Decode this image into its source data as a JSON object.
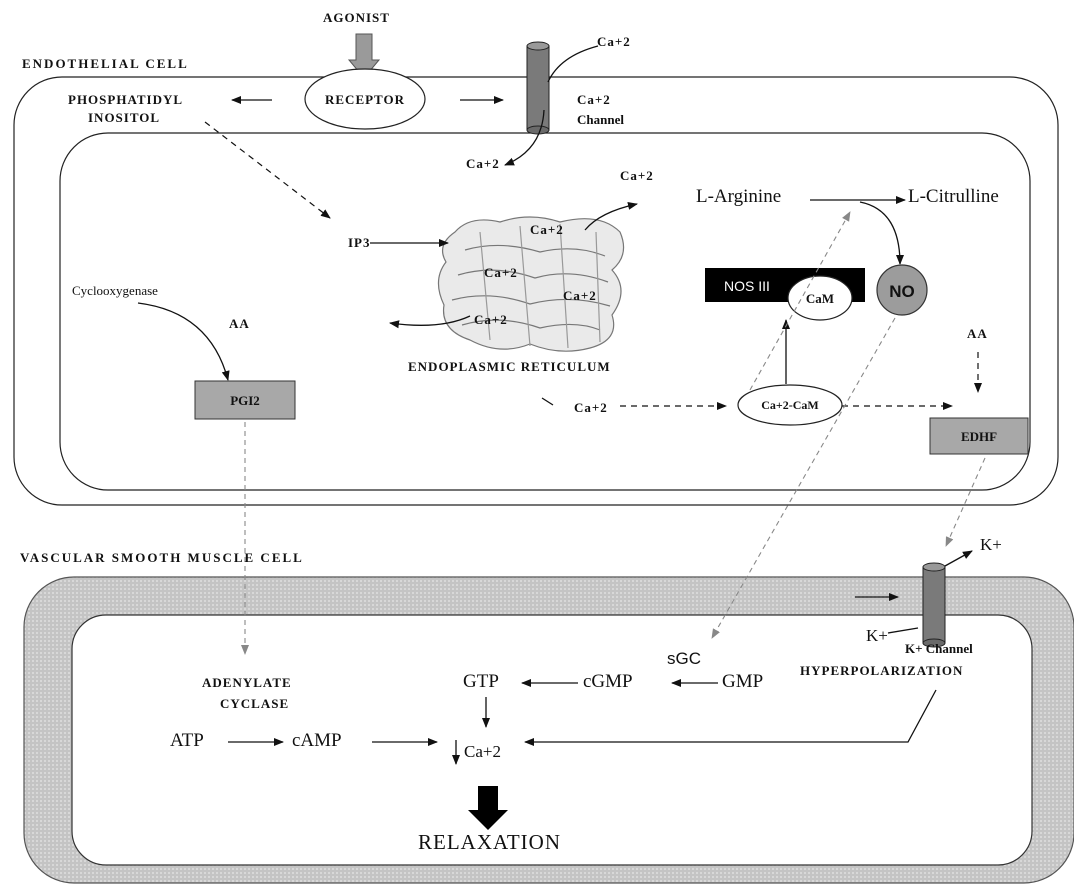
{
  "endothelial": {
    "title": "ENDOTHELIAL CELL",
    "agonist": "AGONIST",
    "receptor": "RECEPTOR",
    "phosphatidyl_1": "PHOSPHATIDYL",
    "phosphatidyl_2": "INOSITOL",
    "ca_out": "Ca+2",
    "ca_channel_1": "Ca+2",
    "ca_channel_2": "Channel",
    "ca_in": "Ca+2",
    "ip3": "IP3",
    "cyclooxygenase": "Cyclooxygenase",
    "aa_left": "AA",
    "pgi2": "PGI2",
    "er_ca_1": "Ca+2",
    "er_ca_2": "Ca+2",
    "er_ca_3": "Ca+2",
    "er_ca_4": "Ca+2",
    "er_ca_top": "Ca+2",
    "er_label": "ENDOPLASMIC RETICULUM",
    "ca_mid": "Ca+2",
    "ca_cam": "Ca+2-CaM",
    "l_arginine": "L-Arginine",
    "l_citrulline": "L-Citrulline",
    "nos": "NOS III",
    "cam": "CaM",
    "no": "NO",
    "aa_right": "AA",
    "edhf": "EDHF"
  },
  "smooth_muscle": {
    "title": "VASCULAR SMOOTH MUSCLE CELL",
    "k_out": "K+",
    "k_in": "K+",
    "k_channel": "K+ Channel",
    "hyperpolarization": "HYPERPOLARIZATION",
    "adenylate_1": "ADENYLATE",
    "adenylate_2": "CYCLASE",
    "atp": "ATP",
    "camp": "cAMP",
    "sgc": "sGC",
    "gtp": "GTP",
    "cgmp": "cGMP",
    "gmp": "GMP",
    "ca": "Ca+2",
    "relaxation": "RELAXATION"
  },
  "colors": {
    "membrane_fill": "#c8c8c8",
    "box_fill": "#a8a8a8",
    "channel_fill": "#707070",
    "nos_fill": "#000000",
    "receptor_arrow": "#9a9a9a"
  }
}
